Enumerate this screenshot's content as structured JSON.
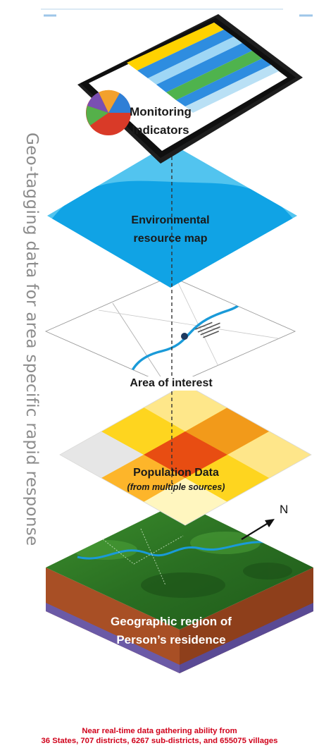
{
  "side_title": "Geo-tagging data for area specific rapid response",
  "layers": {
    "monitoring": {
      "line1": "Monitoring",
      "line2": "Indicators",
      "icon": "tablet-dashboard-icon"
    },
    "environment": {
      "line1": "Environmental",
      "line2": "resource map"
    },
    "area": {
      "label": "Area of interest"
    },
    "population": {
      "label": "Population Data",
      "sublabel": "(from multiple sources)"
    },
    "geographic": {
      "line1": "Geographic region of",
      "line2": "Person’s residence"
    }
  },
  "compass": {
    "label": "N",
    "icon": "north-arrow-icon"
  },
  "footer": {
    "line1": "Near real-time data gathering ability from",
    "line2": "36 States, 707 districts, 6267 sub-districts, and 655075 villages"
  },
  "colors": {
    "footer_text": "#d0021b",
    "environment_light": "#52c4ef",
    "environment_dark": "#10a3e5",
    "population_orange": "#f29a1a",
    "population_red": "#e84d12",
    "population_yellow": "#fed51f",
    "terrain_green": "#2f7d26",
    "soil": "#a14b22",
    "river": "#1a9ad8"
  }
}
